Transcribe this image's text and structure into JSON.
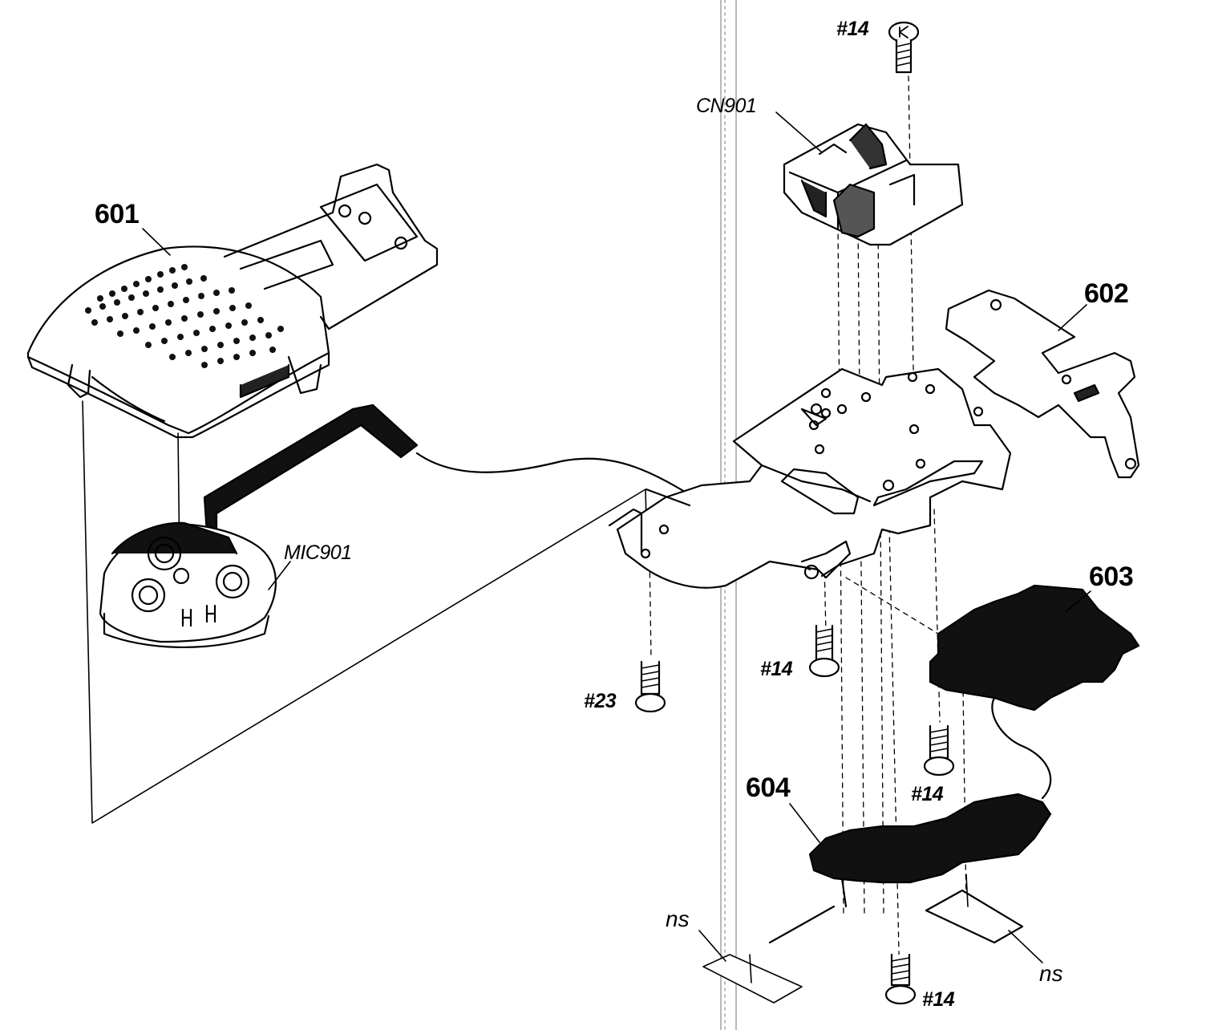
{
  "diagram": {
    "parts": [
      {
        "id": "p601",
        "label": "601"
      },
      {
        "id": "p602",
        "label": "602"
      },
      {
        "id": "p603",
        "label": "603"
      },
      {
        "id": "p604",
        "label": "604"
      },
      {
        "id": "cn901",
        "label": "CN901"
      },
      {
        "id": "mic901",
        "label": "MIC901"
      }
    ],
    "screws": [
      {
        "id": "s14_top",
        "label": "#14"
      },
      {
        "id": "s14_mid",
        "label": "#14"
      },
      {
        "id": "s14_right",
        "label": "#14"
      },
      {
        "id": "s14_bottom",
        "label": "#14"
      },
      {
        "id": "s23",
        "label": "#23"
      }
    ],
    "notes": [
      {
        "id": "ns_left",
        "label": "ns"
      },
      {
        "id": "ns_right",
        "label": "ns"
      }
    ]
  },
  "colors": {
    "ink": "#000000",
    "paper": "#ffffff"
  }
}
